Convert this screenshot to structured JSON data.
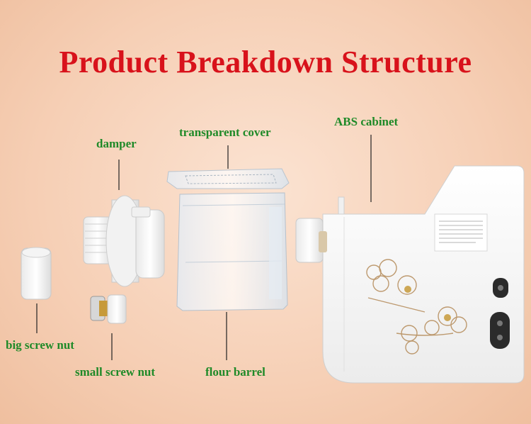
{
  "title": "Product Breakdown Structure",
  "labels": {
    "transparent_cover": "transparent cover",
    "abs_cabinet": "ABS cabinet",
    "damper": "damper",
    "big_screw_nut": "big screw nut",
    "small_screw_nut": "small screw nut",
    "flour_barrel": "flour barrel"
  },
  "colors": {
    "title": "#d8121b",
    "label": "#1f8a28",
    "background": "#f6cfb5"
  }
}
